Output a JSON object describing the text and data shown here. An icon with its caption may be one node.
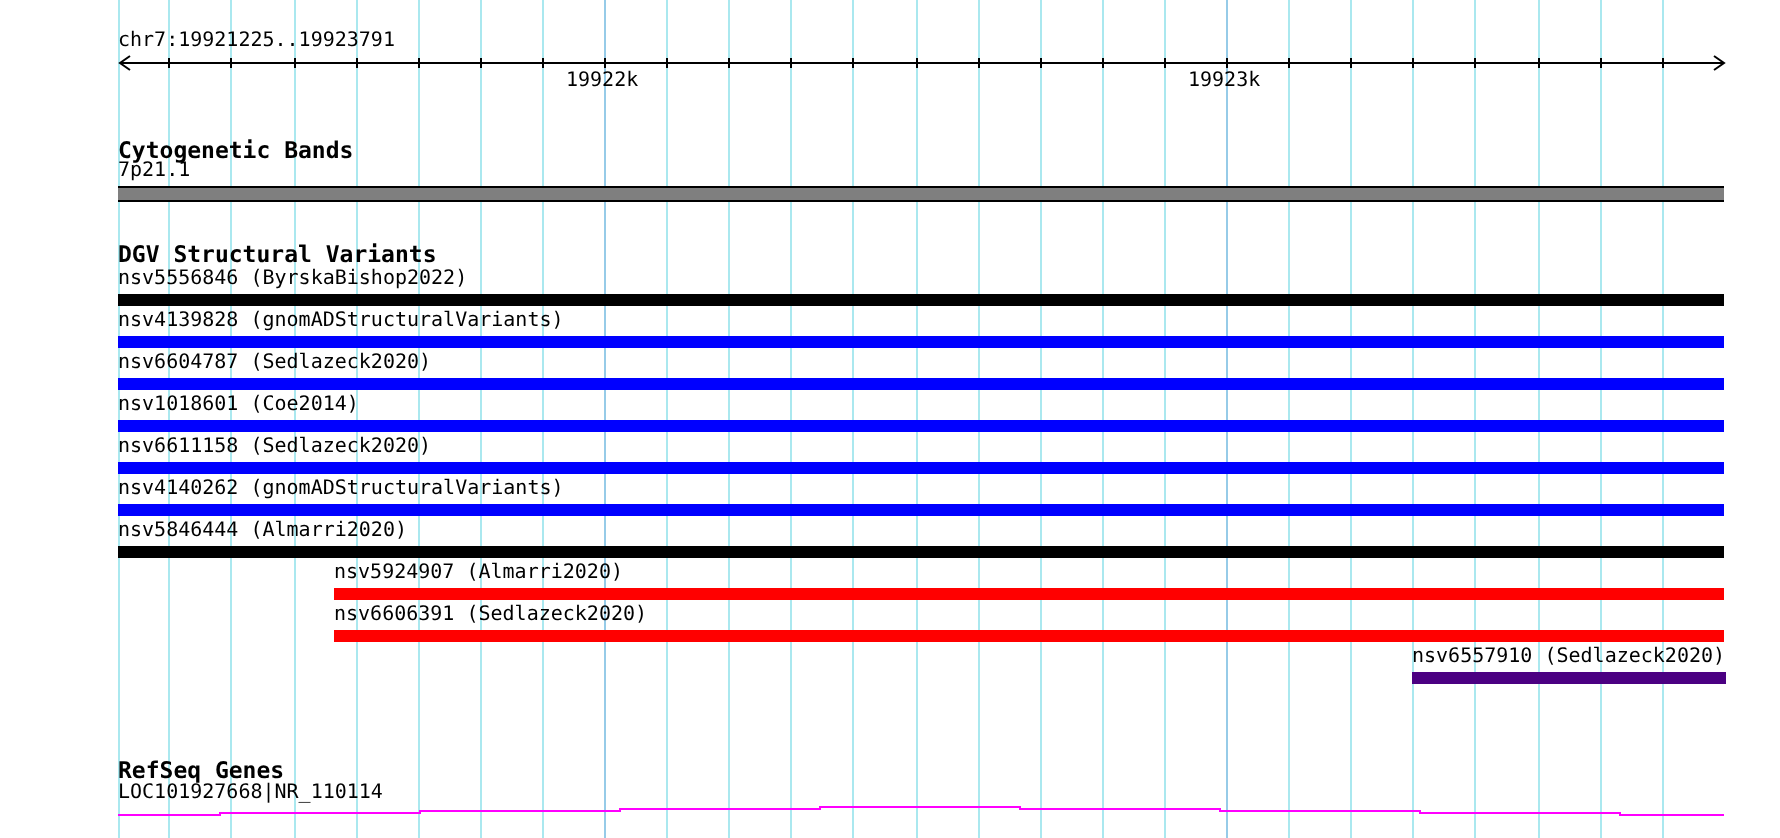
{
  "diagram": {
    "nodes": [
      {
        "text": [
          "7p21.1"
        ]
      },
      {
        "text": [
          "nsv5556846 (ByrskaBishop2022)"
        ]
      },
      {
        "text": [
          "nsv4139828 (gnomADStructuralVariants)"
        ]
      },
      {
        "text": [
          "nsv6604787 (Sedlazeck2020)"
        ]
      },
      {
        "text": [
          "nsv1018601 (Coe2014)"
        ]
      },
      {
        "text": [
          "nsv6611158 (Sedlazeck2020)"
        ]
      },
      {
        "text": [
          "nsv4140262 (gnomADStructuralVariants)"
        ]
      },
      {
        "text": [
          "nsv5846444 (Almarri2020)"
        ]
      },
      {
        "text": [
          "nsv5924907 (Almarri2020)"
        ]
      },
      {
        "text": [
          "nsv6606391 (Sedlazeck2020)"
        ]
      },
      {
        "text": [
          "nsv6557910 (Sedlazeck2020)"
        ]
      },
      {
        "text": [
          "LOC101927668|NR_110114"
        ]
      }
    ],
    "labels": [
      "chr7:19921225..19923791",
      "19922k",
      "19923k",
      "Cytogenetic Bands",
      "DGV Structural Variants",
      "RefSeq Genes"
    ]
  }
}
